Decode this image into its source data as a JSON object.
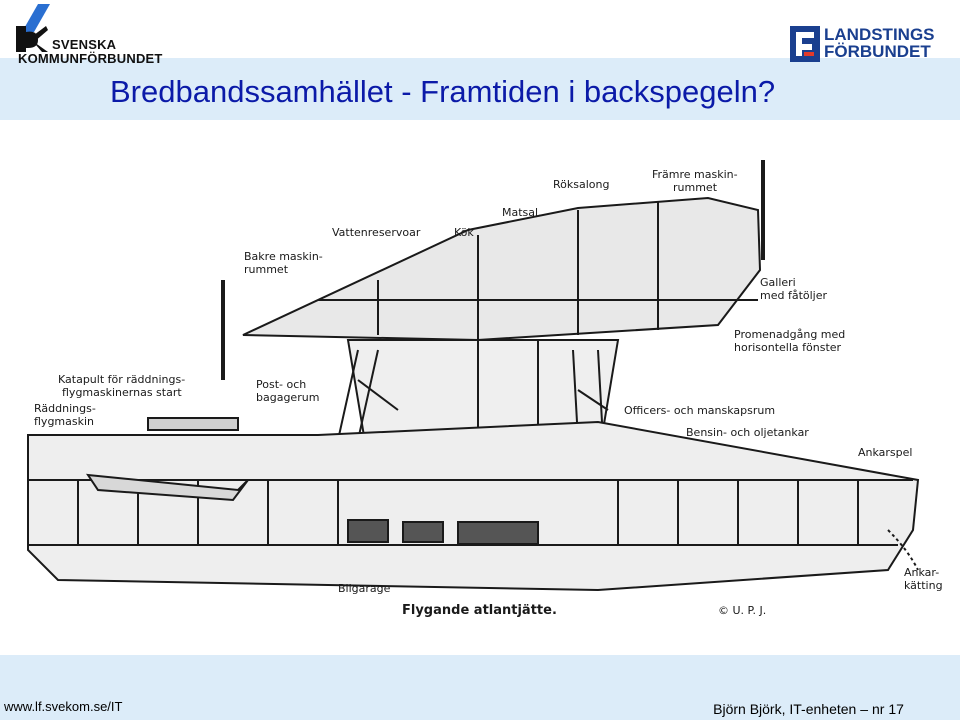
{
  "slide": {
    "title": "Bredbandssamhället - Framtiden i backspegeln?",
    "page_number": "nr 17",
    "author": "Björn Björk, IT-enheten –",
    "url": "www.lf.svekom.se/IT"
  },
  "logos": {
    "left": {
      "line1": "SVENSKA",
      "line2": "KOMMUNFÖRBUNDET",
      "icon": "sk-logo-icon"
    },
    "right": {
      "line1": "LANDSTINGS",
      "line2": "FÖRBUNDET",
      "icon": "lf-logo-icon"
    }
  },
  "figure": {
    "caption": "Flygande atlantjätte.",
    "copyright": "© U. P. J.",
    "labels": {
      "framre": "Främre maskin-\nrummet",
      "roksalong": "Röksalong",
      "matsal": "Matsal.",
      "vattenreservoar": "Vattenreservoar",
      "kok": "Kök",
      "bakre": "Bakre maskin-\nrummet",
      "galleri": "Galleri\nmed fåtöljer",
      "promenad": "Promenadgång med\nhorisontella fönster",
      "katapult": "Katapult för räddnings-\nflygmaskinernas start",
      "raddning": "Räddnings-\nflygmaskin",
      "post": "Post- och\nbagagerum",
      "officers": "Officers- och manskapsrum",
      "bensin": "Bensin- och oljetankar",
      "ankarspel": "Ankarspel",
      "ankarkatting": "Ankar-\nkätting",
      "bilgarage": "Bilgarage"
    }
  },
  "colors": {
    "title": "#0b1aa8",
    "band": "#dcecf9",
    "ink": "#1a1a1a"
  }
}
